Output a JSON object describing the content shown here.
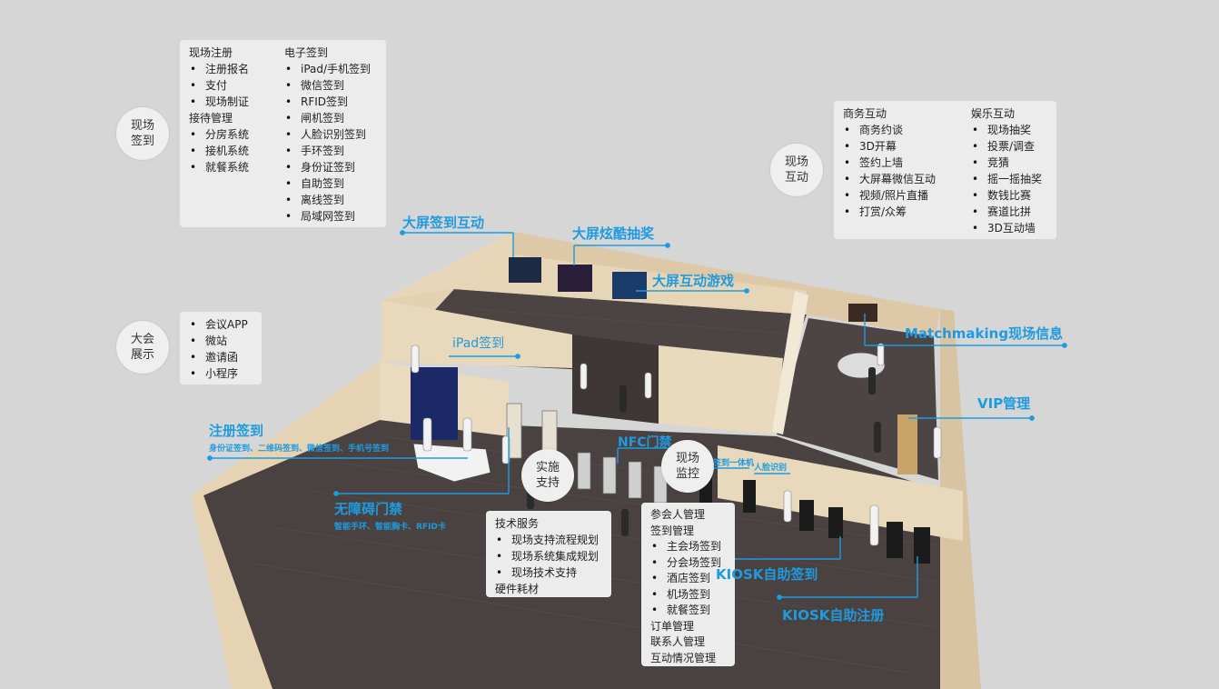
{
  "circles": {
    "onsite_checkin": [
      "现场",
      "签到"
    ],
    "conference_display": [
      "大会",
      "展示"
    ],
    "onsite_interaction": [
      "现场",
      "互动"
    ],
    "implementation_support": [
      "实施",
      "支持"
    ],
    "onsite_monitoring": [
      "现场",
      "监控"
    ]
  },
  "panel_checkin": {
    "col1_head1": "现场注册",
    "col1_list1": [
      "注册报名",
      "支付",
      "现场制证"
    ],
    "col1_head2": "接待管理",
    "col1_list2": [
      "分房系统",
      "接机系统",
      "就餐系统"
    ],
    "col2_head": "电子签到",
    "col2_list": [
      "iPad/手机签到",
      "微信签到",
      "RFID签到",
      "闸机签到",
      "人脸识别签到",
      "手环签到",
      "身份证签到",
      "自助签到",
      "离线签到",
      "局域网签到"
    ]
  },
  "panel_display": {
    "list": [
      "会议APP",
      "微站",
      "邀请函",
      "小程序"
    ]
  },
  "panel_interaction": {
    "col1_head": "商务互动",
    "col1_list": [
      "商务约谈",
      "3D开幕",
      "签约上墙",
      "大屏幕微信互动",
      "视频/照片直播",
      "打赏/众筹"
    ],
    "col2_head": "娱乐互动",
    "col2_list": [
      "现场抽奖",
      "投票/调查",
      "竞猜",
      "摇一摇抽奖",
      "数钱比赛",
      "赛道比拼",
      "3D互动墙"
    ]
  },
  "panel_support": {
    "head": "技术服务",
    "list": [
      "现场支持流程规划",
      "现场系统集成规划",
      "现场技术支持"
    ],
    "tail": "硬件耗材"
  },
  "panel_monitor": {
    "head1": "参会人管理",
    "head2": "签到管理",
    "list": [
      "主会场签到",
      "分会场签到",
      "酒店签到",
      "机场签到",
      "就餐签到"
    ],
    "tail": [
      "订单管理",
      "联系人管理",
      "互动情况管理"
    ]
  },
  "labels": {
    "big_screen_checkin": "大屏签到互动",
    "big_screen_lottery": "大屏炫酷抽奖",
    "big_screen_game": "大屏互动游戏",
    "ipad_checkin": "iPad签到",
    "matchmaking": "Matchmaking现场信息",
    "vip": "VIP管理",
    "register_checkin": "注册签到",
    "register_checkin_sub": "身份证签到、二维码签到、微信签到、手机号签到",
    "nfc_gate": "NFC门禁",
    "all_in_one": "签到一体机",
    "face_recognition": "人脸识别",
    "barrier_free_gate": "无障碍门禁",
    "barrier_free_gate_sub": "智能手环、智能胸卡、RFID卡",
    "kiosk_checkin": "KIOSK自助签到",
    "kiosk_register": "KIOSK自助注册"
  },
  "colors": {
    "background": "#d6d6d6",
    "accent": "#1e9be0",
    "wall": "#e7d6b9",
    "floor": "#4c4442",
    "panel": "#ececec"
  }
}
